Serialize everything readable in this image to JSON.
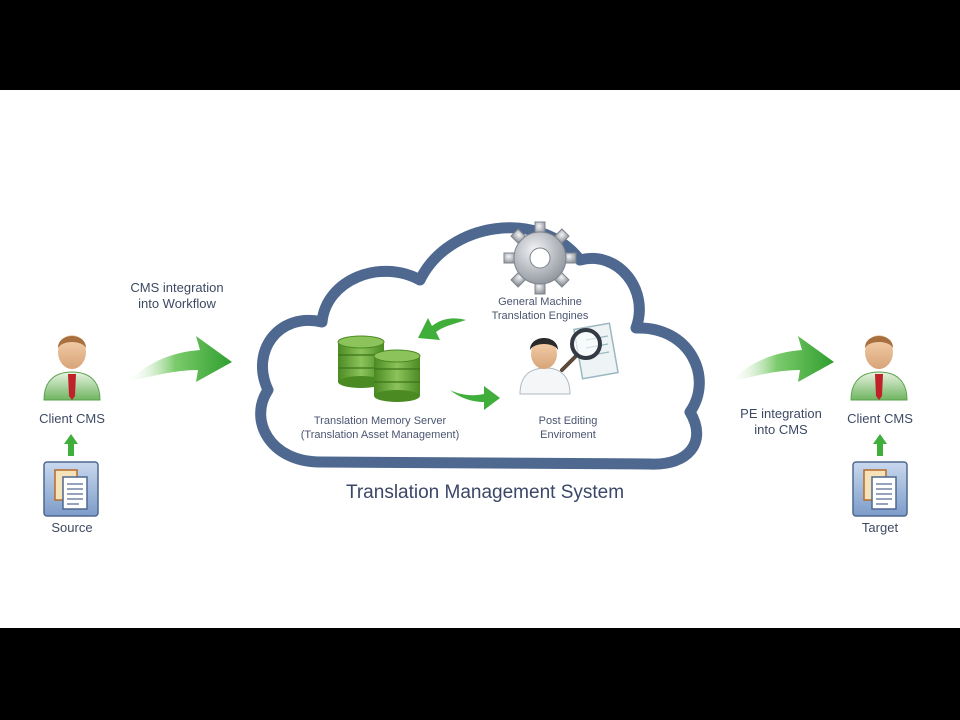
{
  "diagram": {
    "system_title": "Translation Management System",
    "left": {
      "arrow_label_line1": "CMS integration",
      "arrow_label_line2": "into Workflow",
      "person_label": "Client CMS",
      "doc_label": "Source"
    },
    "right": {
      "arrow_label_line1": "PE integration",
      "arrow_label_line2": "into CMS",
      "person_label": "Client CMS",
      "doc_label": "Target"
    },
    "cloud": {
      "mt_line1": "General Machine",
      "mt_line2": "Translation Engines",
      "tm_line1": "Translation Memory Server",
      "tm_line2": "(Translation Asset Management)",
      "pe_line1": "Post Editing",
      "pe_line2": "Enviroment"
    },
    "colors": {
      "cloud_outline": "#4e6890",
      "arrow_green": "#3fae3a",
      "db_green": "#5a9c2e",
      "gear": "#9aa0a8",
      "text": "#3d4a63"
    },
    "icons": [
      "person-icon",
      "document-icon",
      "database-icon",
      "gear-icon",
      "magnifier-person-icon",
      "arrow-icon"
    ]
  }
}
